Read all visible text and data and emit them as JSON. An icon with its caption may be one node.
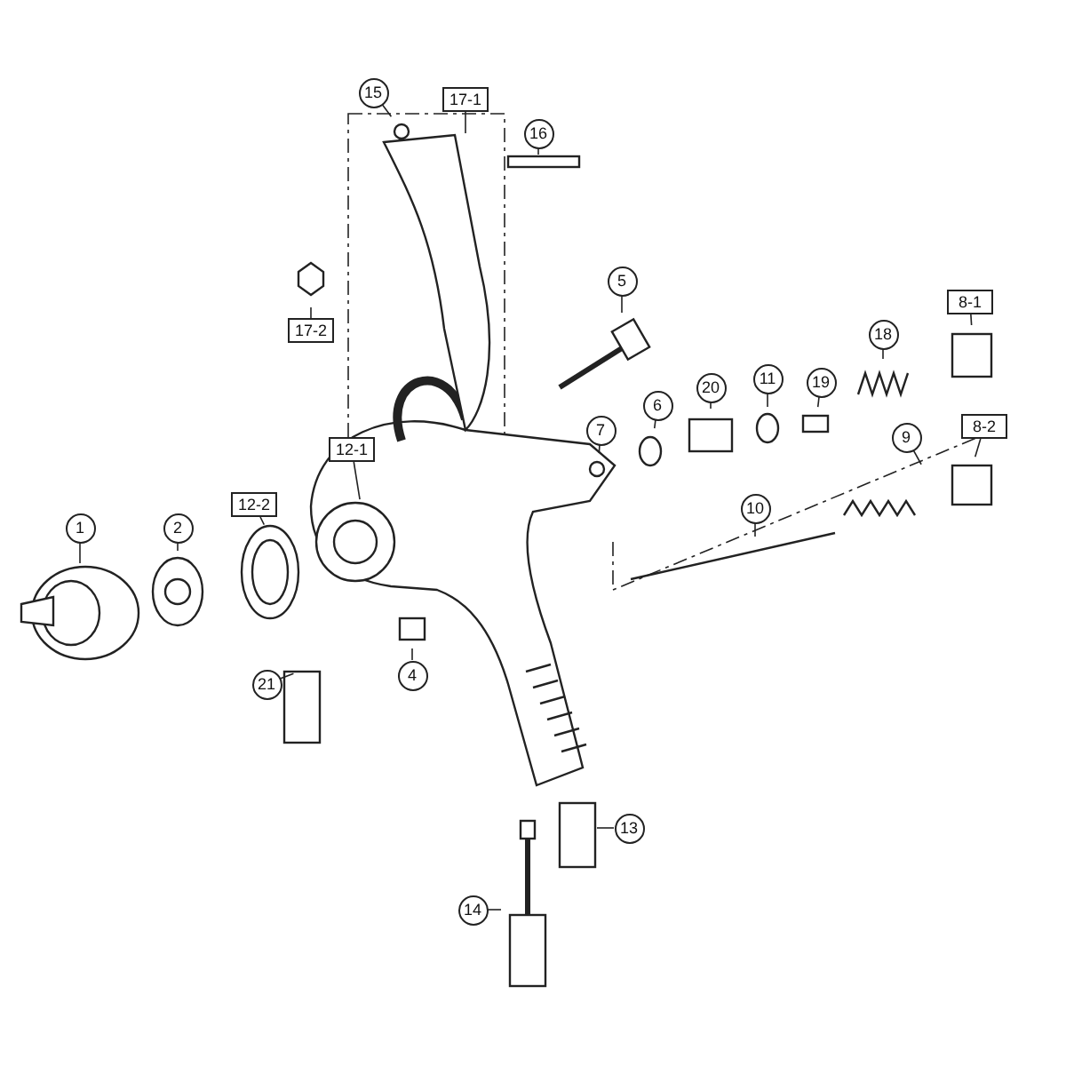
{
  "diagram": {
    "nodes": [
      {
        "text": [
          "15"
        ]
      },
      {
        "text": [
          "17-1"
        ]
      },
      {
        "text": [
          "16"
        ]
      },
      {
        "text": [
          "5"
        ]
      },
      {
        "text": [
          "8-1"
        ]
      },
      {
        "text": [
          "17-2"
        ]
      },
      {
        "text": [
          "18"
        ]
      },
      {
        "text": [
          "20"
        ]
      },
      {
        "text": [
          "11"
        ]
      },
      {
        "text": [
          "19"
        ]
      },
      {
        "text": [
          "6"
        ]
      },
      {
        "text": [
          "7"
        ]
      },
      {
        "text": [
          "8-2"
        ]
      },
      {
        "text": [
          "9"
        ]
      },
      {
        "text": [
          "12-1"
        ]
      },
      {
        "text": [
          "12-2"
        ]
      },
      {
        "text": [
          "10"
        ]
      },
      {
        "text": [
          "1"
        ]
      },
      {
        "text": [
          "2"
        ]
      },
      {
        "text": [
          "4"
        ]
      },
      {
        "text": [
          "21"
        ]
      },
      {
        "text": [
          "13"
        ]
      },
      {
        "text": [
          "14"
        ]
      }
    ],
    "edges": [
      {
        "from": 0,
        "to": null,
        "arrow": "none"
      },
      {
        "from": 1,
        "to": null,
        "arrow": "none"
      },
      {
        "from": 2,
        "to": null,
        "arrow": "none"
      },
      {
        "from": 3,
        "to": null,
        "arrow": "none"
      },
      {
        "from": 4,
        "to": null,
        "arrow": "none"
      },
      {
        "from": 5,
        "to": null,
        "arrow": "none"
      },
      {
        "from": 6,
        "to": null,
        "arrow": "none"
      },
      {
        "from": 7,
        "to": null,
        "arrow": "none"
      },
      {
        "from": 8,
        "to": null,
        "arrow": "none"
      },
      {
        "from": 9,
        "to": null,
        "arrow": "none"
      },
      {
        "from": 10,
        "to": null,
        "arrow": "none"
      },
      {
        "from": 11,
        "to": null,
        "arrow": "none"
      },
      {
        "from": 12,
        "to": null,
        "arrow": "none"
      },
      {
        "from": 13,
        "to": null,
        "arrow": "none"
      },
      {
        "from": 14,
        "to": null,
        "arrow": "none"
      },
      {
        "from": 15,
        "to": null,
        "arrow": "none"
      },
      {
        "from": 16,
        "to": null,
        "arrow": "none"
      },
      {
        "from": 17,
        "to": null,
        "arrow": "none"
      },
      {
        "from": 18,
        "to": null,
        "arrow": "none"
      },
      {
        "from": 19,
        "to": null,
        "arrow": "none"
      },
      {
        "from": 20,
        "to": null,
        "arrow": "none"
      },
      {
        "from": 21,
        "to": null,
        "arrow": "none"
      },
      {
        "from": 22,
        "to": null,
        "arrow": "none"
      }
    ]
  }
}
